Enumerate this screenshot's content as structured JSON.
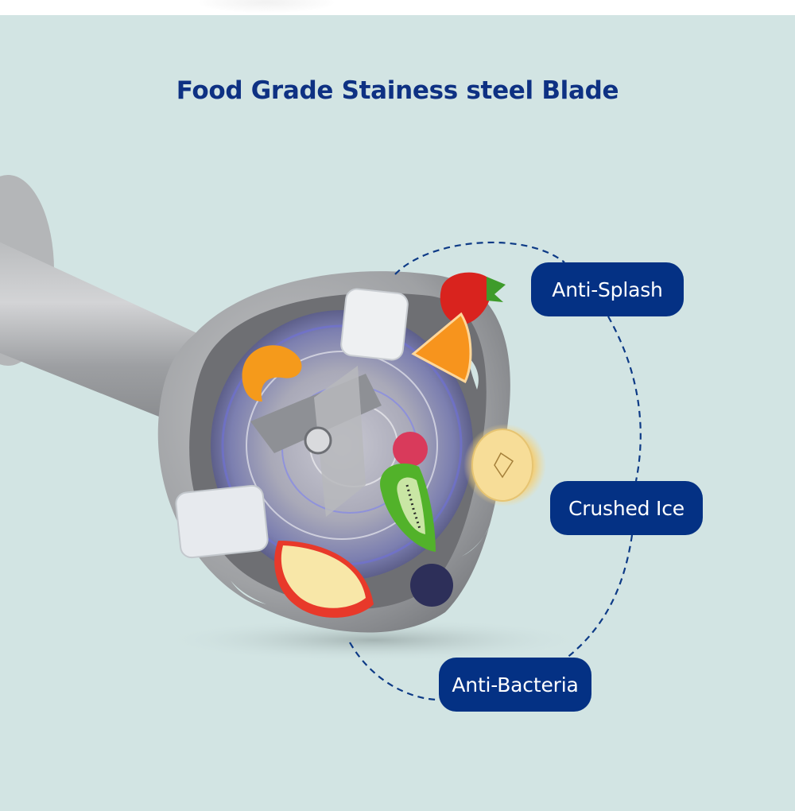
{
  "header": {
    "title": "Food Grade Stainess steel Blade"
  },
  "features": [
    {
      "label": "Anti-Splash"
    },
    {
      "label": "Crushed Ice"
    },
    {
      "label": "Anti-Bacteria"
    }
  ],
  "product": {
    "name": "hand-blender-blade-head",
    "ingredients": [
      "ice-cube",
      "mandarin-segment",
      "strawberry",
      "orange-wedge",
      "banana-slice",
      "raspberry",
      "kiwi-slice",
      "ice-cube",
      "apple-slice",
      "blueberry"
    ]
  },
  "colors": {
    "background": "#d2e4e3",
    "title": "#0e3183",
    "badge": "#043184",
    "badge_text": "#ffffff",
    "dashed_outline": "#0d3a86"
  }
}
